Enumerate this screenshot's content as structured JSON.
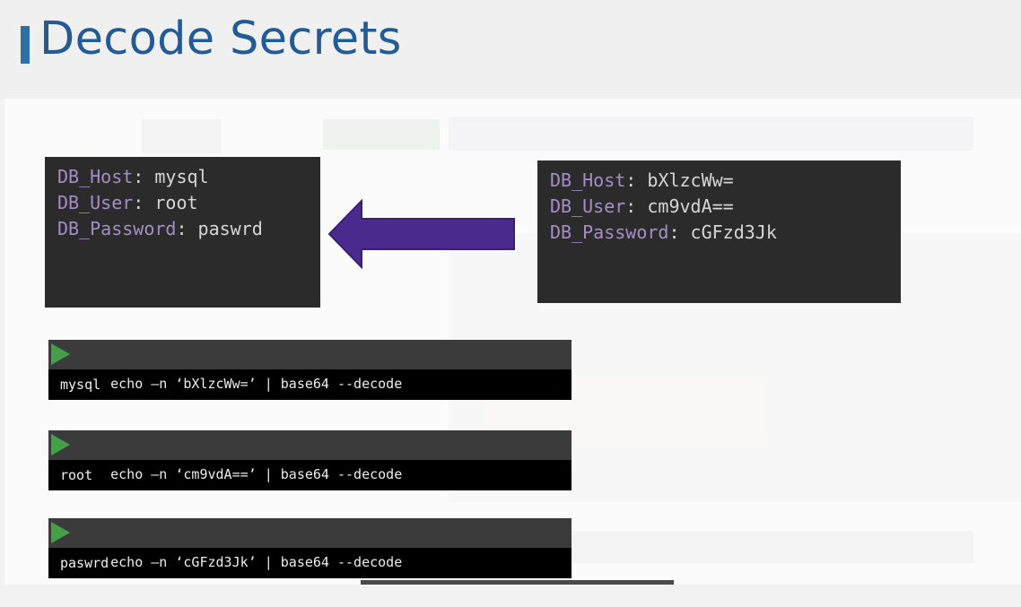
{
  "header": {
    "title": "Decode Secrets"
  },
  "encoded_box": {
    "rows": [
      {
        "key": "DB_Host",
        "value": "bXlzcWw="
      },
      {
        "key": "DB_User",
        "value": "cm9vdA=="
      },
      {
        "key": "DB_Password",
        "value": "cGFzd3Jk"
      }
    ]
  },
  "decoded_box": {
    "rows": [
      {
        "key": "DB_Host",
        "value": "mysql"
      },
      {
        "key": "DB_User",
        "value": "root"
      },
      {
        "key": "DB_Password",
        "value": "paswrd"
      }
    ]
  },
  "arrow": {
    "color": "#4b2a8e",
    "direction": "left"
  },
  "commands": [
    {
      "command": "echo –n ‘bXlzcWw=’ | base64 --decode",
      "output": "mysql"
    },
    {
      "command": "echo –n ‘cm9vdA==’ | base64 --decode",
      "output": "root"
    },
    {
      "command": "echo –n ‘cGFzd3Jk’ | base64 --decode",
      "output": "paswrd"
    }
  ],
  "colors": {
    "title": "#235b95",
    "key_text": "#a68dc8",
    "prompt_play": "#43a047"
  }
}
